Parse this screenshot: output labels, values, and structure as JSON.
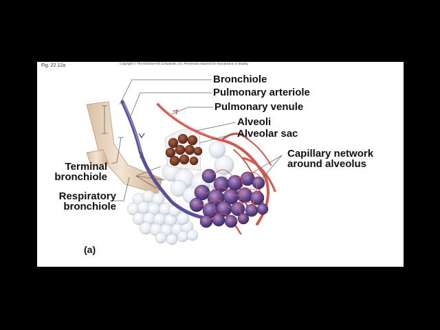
{
  "figure": {
    "number": "Fig. 22.12a",
    "copyright": "Copyright © The McGraw-Hill Companies, Inc. Permission required for reproduction or display.",
    "panel": "(a)"
  },
  "labels": {
    "bronchiole": "Bronchiole",
    "pulmonary_arteriole": "Pulmonary arteriole",
    "pulmonary_venule": "Pulmonary venule",
    "alveoli": "Alveoli",
    "alveolar_sac": "Alveolar sac",
    "capillary_line1": "Capillary network",
    "capillary_line2": "around alveolus",
    "terminal_line1": "Terminal",
    "terminal_line2": "bronchiole",
    "respiratory_line1": "Respiratory",
    "respiratory_line2": "bronchiole"
  },
  "colors": {
    "background": "#000000",
    "slide": "#ffffff",
    "bronchiole_tissue": "#ecd8c2",
    "artery": "#d9807a",
    "vein": "#6a66a8",
    "alveolus": "#e8ecf2",
    "alveolus_interior": "#7a3a24"
  }
}
